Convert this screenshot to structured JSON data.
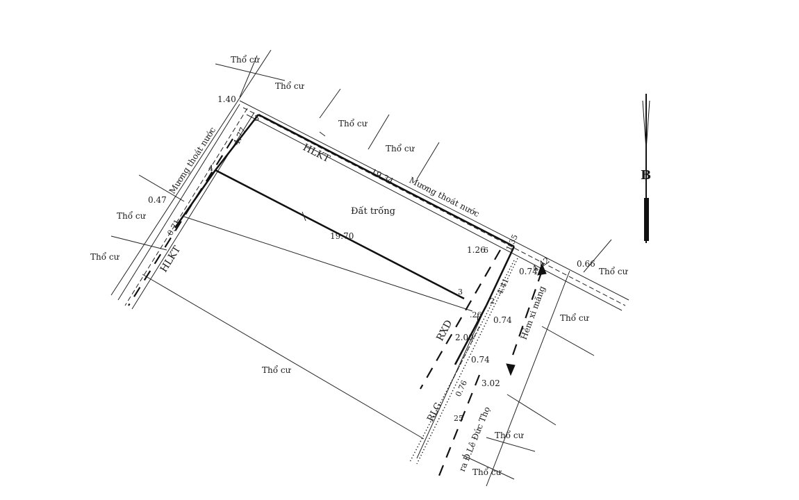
{
  "labels": {
    "tho_cu": "Thổ cư",
    "dat_trong": "Đất trống",
    "hlkt": "HLKT",
    "rxd": "RXD",
    "rlg": "RLG",
    "muong_thoat_nuoc": "Mương thoát nước",
    "hem_xi_mang": "Hẻm xi măng",
    "ra_duong": "ra Đ.Lê Đức Thọ",
    "north": "B"
  },
  "dimensions": {
    "top_side": "19.34",
    "bottom_side": "19.70",
    "left_side": "4.77",
    "left_gap_top": "1.40",
    "left_gap_mid": "0.47",
    "left_gap_low": "0.71",
    "right_gap_1": "1.26",
    "right_gap_2": "1.35",
    "right_seg": "4.42",
    "right_seg_2": "4.41",
    "road_side": "0.66",
    "offset_1": "0.74",
    "offset_2": "0.74",
    "offset_3": "0.74",
    "lower_a": ".26",
    "lower_b": "2.00",
    "lower_c": "0.76",
    "lower_d": "3.02",
    "lower_e": "25"
  },
  "points": {
    "p1": "1",
    "p2": "2",
    "p3": "3",
    "p4": "4",
    "p5": "5",
    "p6": "6"
  }
}
